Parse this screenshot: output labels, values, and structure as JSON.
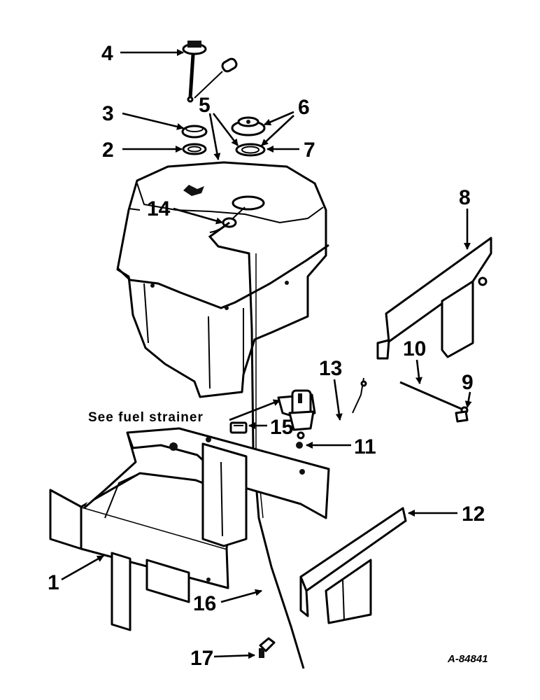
{
  "callouts": [
    {
      "id": "1",
      "text": "1"
    },
    {
      "id": "2",
      "text": "2"
    },
    {
      "id": "3",
      "text": "3"
    },
    {
      "id": "4",
      "text": "4"
    },
    {
      "id": "5",
      "text": "5"
    },
    {
      "id": "6",
      "text": "6"
    },
    {
      "id": "7",
      "text": "7"
    },
    {
      "id": "8",
      "text": "8"
    },
    {
      "id": "9",
      "text": "9"
    },
    {
      "id": "10",
      "text": "10"
    },
    {
      "id": "11",
      "text": "11"
    },
    {
      "id": "12",
      "text": "12"
    },
    {
      "id": "13",
      "text": "13"
    },
    {
      "id": "14",
      "text": "14"
    },
    {
      "id": "15",
      "text": "15"
    },
    {
      "id": "16",
      "text": "16"
    },
    {
      "id": "17",
      "text": "17"
    }
  ],
  "note": "See fuel strainer",
  "reference": "A-84841"
}
